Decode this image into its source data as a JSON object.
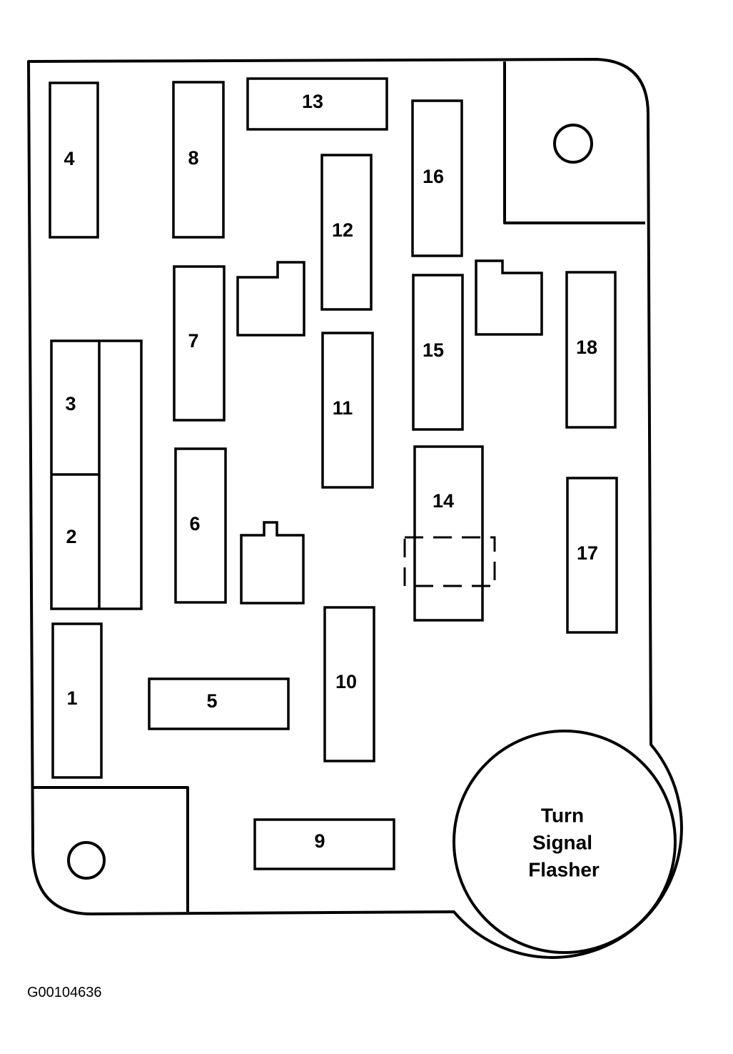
{
  "fuses": {
    "f1": "1",
    "f2": "2",
    "f3": "3",
    "f4": "4",
    "f5": "5",
    "f6": "6",
    "f7": "7",
    "f8": "8",
    "f9": "9",
    "f10": "10",
    "f11": "11",
    "f12": "12",
    "f13": "13",
    "f14": "14",
    "f15": "15",
    "f16": "16",
    "f17": "17",
    "f18": "18"
  },
  "flasher": {
    "line1": "Turn",
    "line2": "Signal",
    "line3": "Flasher"
  },
  "figure_code": "G00104636"
}
